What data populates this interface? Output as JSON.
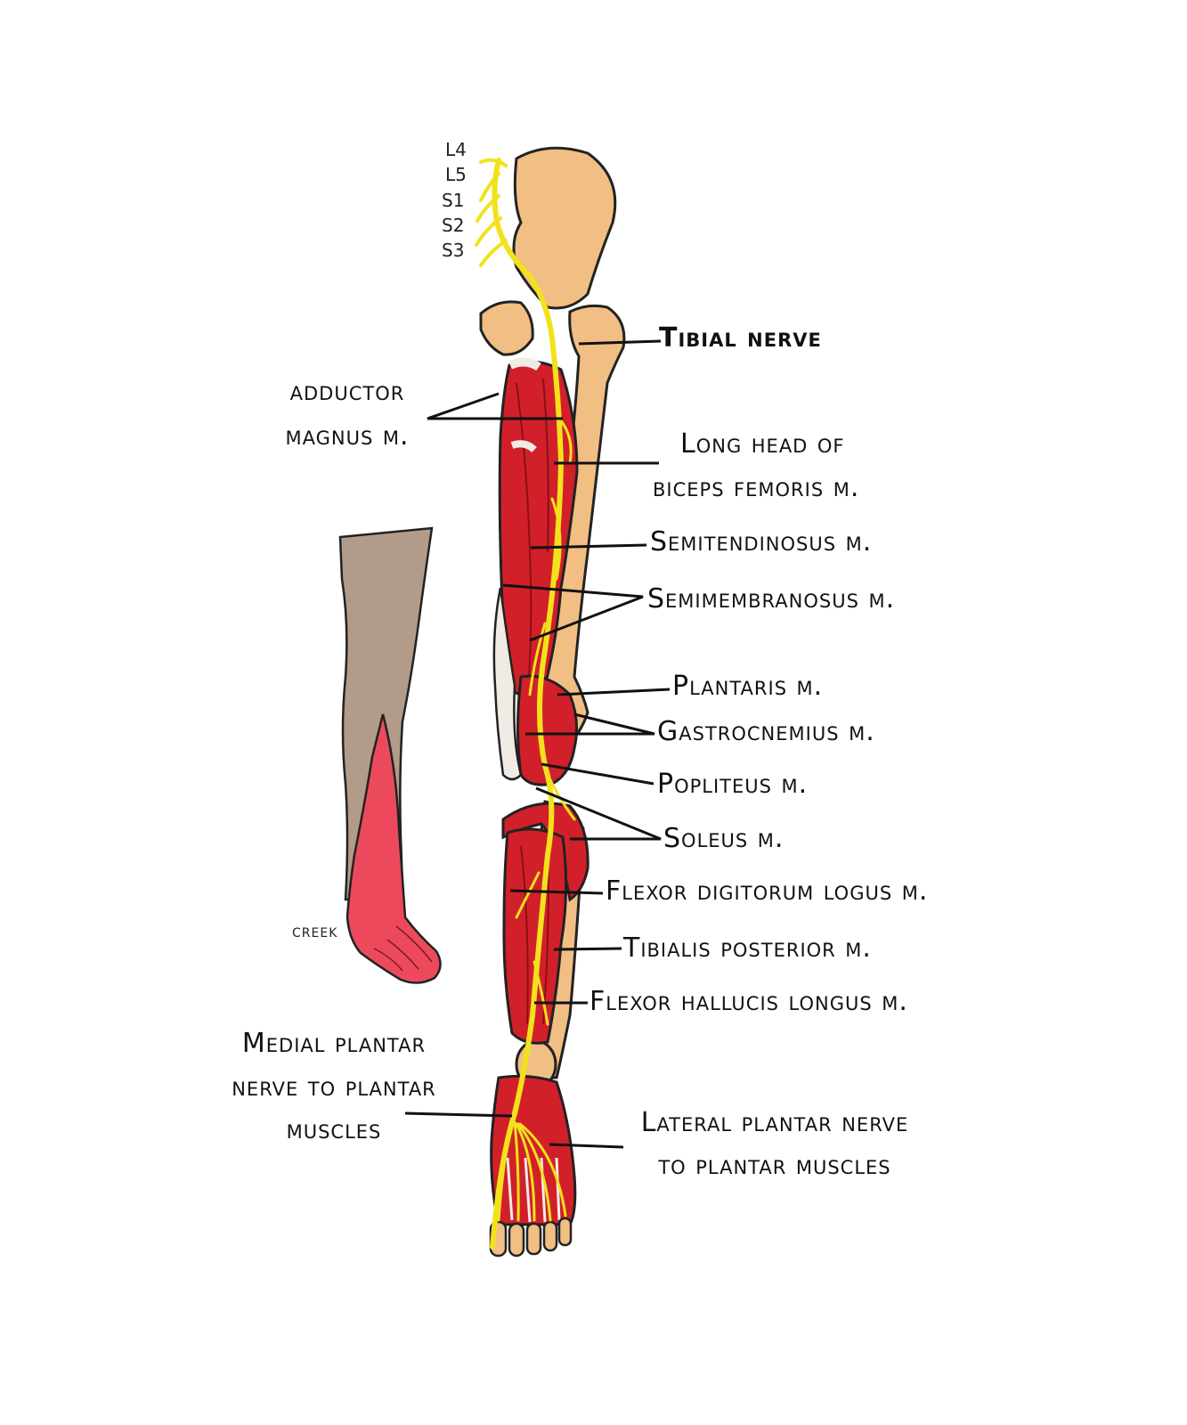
{
  "segments": [
    "L4",
    "L5",
    "S1",
    "S2",
    "S3"
  ],
  "labels": {
    "tibial_nerve": "Tibial nerve",
    "adductor_magnus": [
      "adductor",
      "magnus m."
    ],
    "biceps_femoris": [
      "Long head of",
      "biceps femoris m."
    ],
    "semitendinosus": "Semitendinosus m.",
    "semimembranosus": "Semimembranosus m.",
    "plantaris": "Plantaris m.",
    "gastrocnemius": "Gastrocnemius m.",
    "popliteus": "Popliteus m.",
    "soleus": "Soleus m.",
    "flexor_digitorum": "Flexor digitorum logus m.",
    "tibialis_posterior": "Tibialis posterior m.",
    "flexor_hallucis": "Flexor hallucis longus m.",
    "medial_plantar": [
      "Medial plantar",
      "nerve to plantar",
      "muscles"
    ],
    "lateral_plantar": [
      "Lateral plantar nerve",
      "to plantar muscles"
    ]
  },
  "signature": "CREEK",
  "colors": {
    "nerve": "#f2e21c",
    "muscle": "#d2202a",
    "bone": "#f1bf83",
    "skin": "#b39b89",
    "sensory_area": "#ec4a5c",
    "tendon": "#f1ebe6"
  }
}
